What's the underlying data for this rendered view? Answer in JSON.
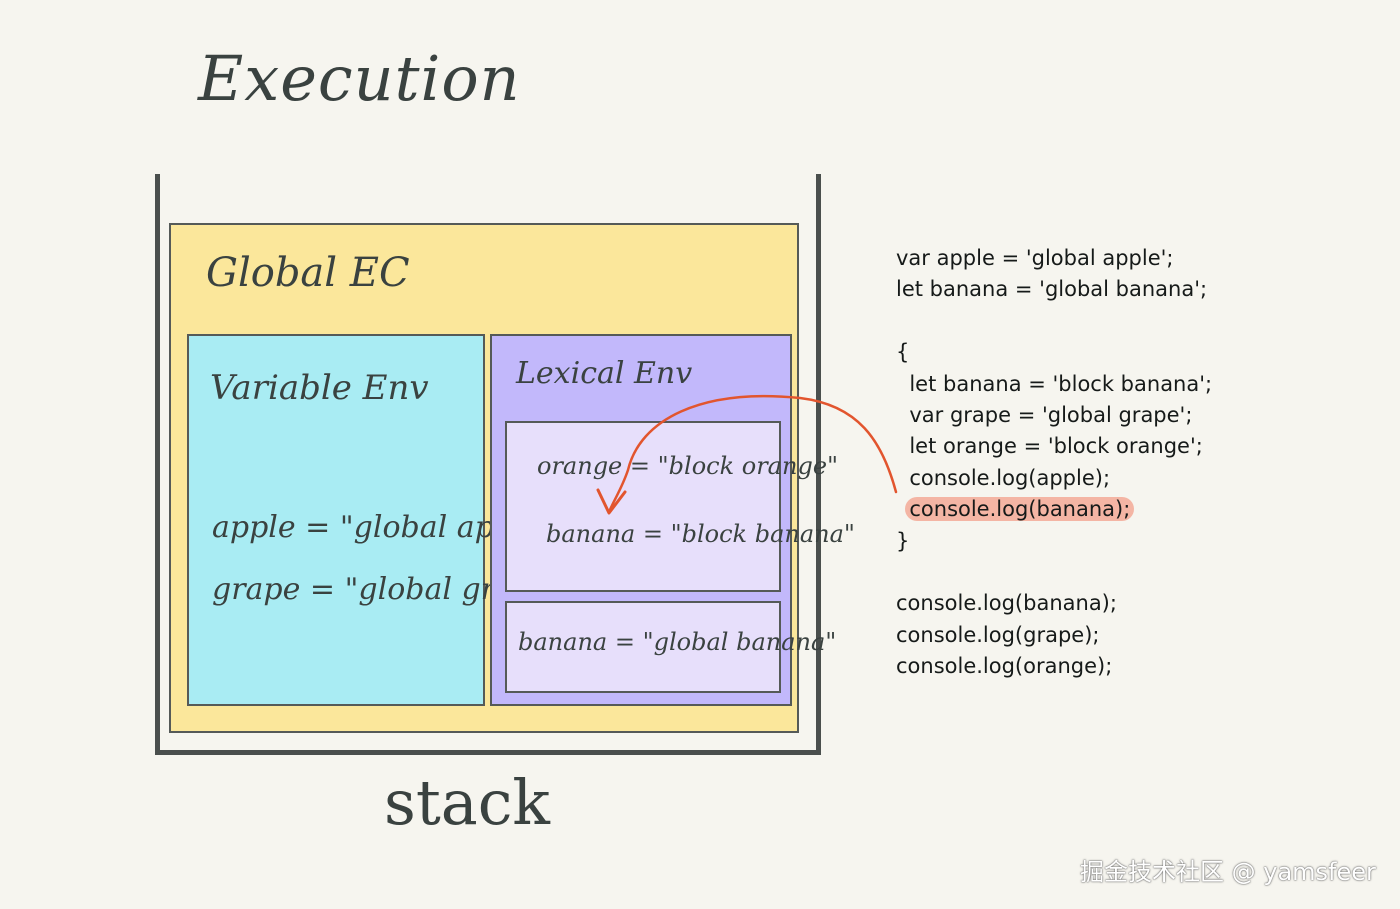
{
  "title": "Execution",
  "stack_label": "stack",
  "global_ec": {
    "label": "Global EC",
    "variable_env": {
      "label": "Variable Env",
      "entries": [
        "apple = \"global apple\"",
        "grape = \"global grape\""
      ]
    },
    "lexical_env": {
      "label": "Lexical Env",
      "block_scope": [
        "orange = \"block orange\"",
        "banana = \"block banana\""
      ],
      "global_scope": [
        "banana = \"global banana\""
      ]
    }
  },
  "code": {
    "lines": [
      "var apple = 'global apple';",
      "let banana = 'global banana';",
      "",
      "{",
      "  let banana = 'block banana';",
      "  var grape = 'global grape';",
      "  let orange = 'block orange';",
      "  console.log(apple);",
      "  console.log(banana);",
      "}",
      "",
      "console.log(banana);",
      "console.log(grape);",
      "console.log(orange);"
    ],
    "highlighted_line_index": 8
  },
  "colors": {
    "background": "#f6f5ef",
    "global_ec": "#fbe79b",
    "variable_env": "#a9ecf3",
    "lexical_env": "#c2b8fb",
    "scope_box": "#e7dffb",
    "highlight": "#f4b5a4",
    "arrow": "#e2552e"
  },
  "watermark": "掘金技术社区 @ yamsfeer"
}
